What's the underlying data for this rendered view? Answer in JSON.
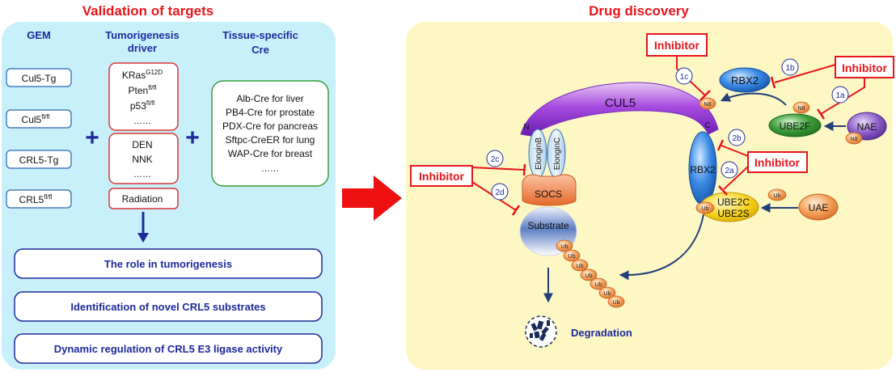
{
  "colors": {
    "title_red": "#e8161c",
    "heading_blue": "#1f2a9c",
    "left_bg": "#c8f0fa",
    "right_bg": "#fdf7c4",
    "gem_box": "#4a7dbf",
    "driver_box": "#d9363a",
    "cre_box": "#3a9a3a",
    "inhibitor_red": "#e8161c"
  },
  "left": {
    "title": "Validation of targets",
    "col_gem": "GEM",
    "col_driver_1": "Tumorigenesis",
    "col_driver_2": "driver",
    "col_cre_1": "Tissue-specific",
    "col_cre_2": "Cre",
    "gem": {
      "cul5_tg": "Cul5-Tg",
      "cul5_flfl_base": "Cul5",
      "cul5_flfl_sup": "fl/fl",
      "crl5_tg": "CRL5-Tg",
      "crl5_flfl_base": "CRL5",
      "crl5_flfl_sup": "fl/fl"
    },
    "driver_genes": {
      "kras_base": "KRas",
      "kras_sup": "G12D",
      "pten_base": "Pten",
      "pten_sup": "fl/fl",
      "p53_base": "p53",
      "p53_sup": "fl/fl",
      "more": "……"
    },
    "driver_chem": [
      "DEN",
      "NNK",
      "……"
    ],
    "driver_radiation": "Radiation",
    "cre_items": [
      "Alb-Cre for liver",
      "PB4-Cre for prostate",
      "PDX-Cre for pancreas",
      "Sftpc-CreER for lung",
      "WAP-Cre for breast",
      "……"
    ],
    "plus": "+",
    "outcomes": [
      "The role in tumorigenesis",
      "Identification of novel CRL5 substrates",
      "Dynamic regulation of CRL5 E3 ligase activity"
    ]
  },
  "right": {
    "title": "Drug discovery",
    "cul5": "CUL5",
    "cul5_n": "N",
    "cul5_c": "C",
    "rbx2": "RBX2",
    "n8": "N8",
    "ube2f": "UBE2F",
    "nae": "NAE",
    "elonginb": "ElonginB",
    "elonginc": "ElonginC",
    "socs": "SOCS",
    "substrate": "Substrate",
    "ube2c": "UBE2C",
    "ube2s": "UBE2S",
    "ub": "Ub",
    "uae": "UAE",
    "degradation": "Degradation",
    "inhibitor": "Inhibitor",
    "steps": {
      "s1a": "1a",
      "s1b": "1b",
      "s1c": "1c",
      "s2a": "2a",
      "s2b": "2b",
      "s2c": "2c",
      "s2d": "2d"
    }
  }
}
